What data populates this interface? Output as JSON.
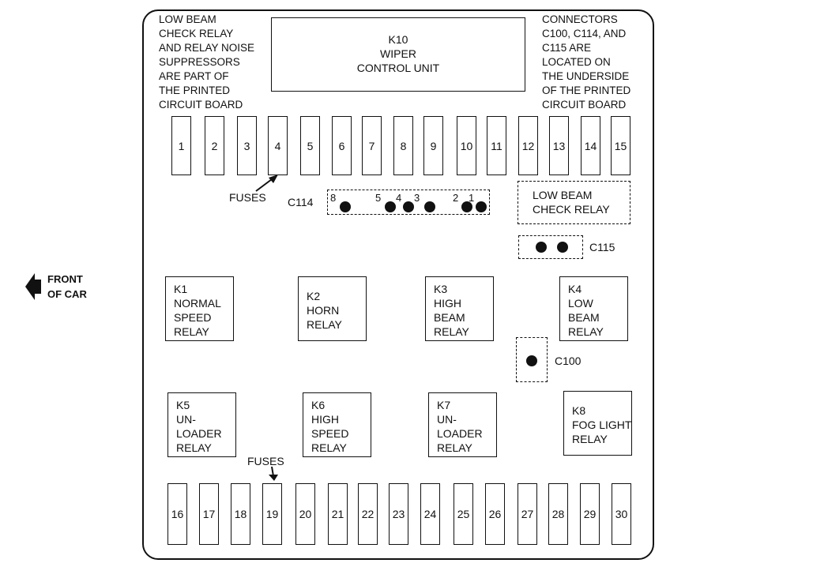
{
  "left_note": "LOW BEAM\nCHECK RELAY\nAND RELAY NOISE\nSUPPRESSORS\nARE PART OF\nTHE PRINTED\nCIRCUIT BOARD",
  "right_note": "CONNECTORS\nC100, C114, AND\nC115 ARE\nLOCATED ON\nTHE UNDERSIDE\nOF THE PRINTED\nCIRCUIT BOARD",
  "k10": "K10\nWIPER\nCONTROL UNIT",
  "top_fuses": [
    "1",
    "2",
    "3",
    "4",
    "5",
    "6",
    "7",
    "8",
    "9",
    "10",
    "11",
    "12",
    "13",
    "14",
    "15"
  ],
  "bottom_fuses": [
    "16",
    "17",
    "18",
    "19",
    "20",
    "21",
    "22",
    "23",
    "24",
    "25",
    "26",
    "27",
    "28",
    "29",
    "30"
  ],
  "fuses_label": "FUSES",
  "c114": {
    "label": "C114",
    "pins": [
      "8",
      "5",
      "4",
      "3",
      "2",
      "1"
    ]
  },
  "low_beam_check": "LOW BEAM\nCHECK RELAY",
  "c115": "C115",
  "c100": "C100",
  "front": "FRONT\nOF CAR",
  "relays": [
    "K1\nNORMAL\nSPEED\nRELAY",
    "K2\nHORN\nRELAY",
    "K3\nHIGH\nBEAM\nRELAY",
    "K4\nLOW\nBEAM\nRELAY",
    "K5\nUN-\nLOADER\nRELAY",
    "K6\nHIGH\nSPEED\nRELAY",
    "K7\nUN-\nLOADER\nRELAY",
    "K8\nFOG LIGHT\nRELAY"
  ]
}
